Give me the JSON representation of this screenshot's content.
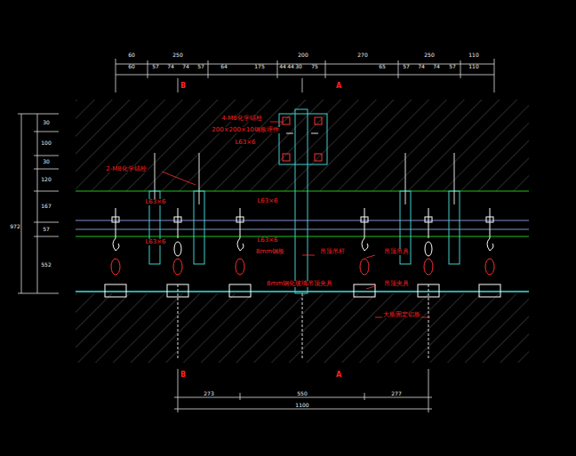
{
  "diagram": {
    "labels": [
      "60",
      "250",
      "200",
      "270",
      "250",
      "110",
      "60",
      "57",
      "74",
      "74",
      "57",
      "64",
      "175",
      "44",
      "44",
      "30",
      "75",
      "65",
      "57",
      "74",
      "74",
      "57",
      "110",
      "B",
      "A",
      "30",
      "100",
      "30",
      "120",
      "167",
      "57",
      "552",
      "972",
      "4-M8化学锚栓",
      "200×200×10钢板埋件",
      "L63×6",
      "2-M8化学锚栓",
      "L63×6",
      "L63×6",
      "L63×6",
      "L63×6",
      "8mm钢板",
      "吊顶吊杆",
      "吊顶吊具",
      "8mm钢化玻璃吊顶夹具",
      "吊顶夹具",
      "大板固定铝板",
      "B",
      "A",
      "273",
      "550",
      "277",
      "1100"
    ]
  }
}
